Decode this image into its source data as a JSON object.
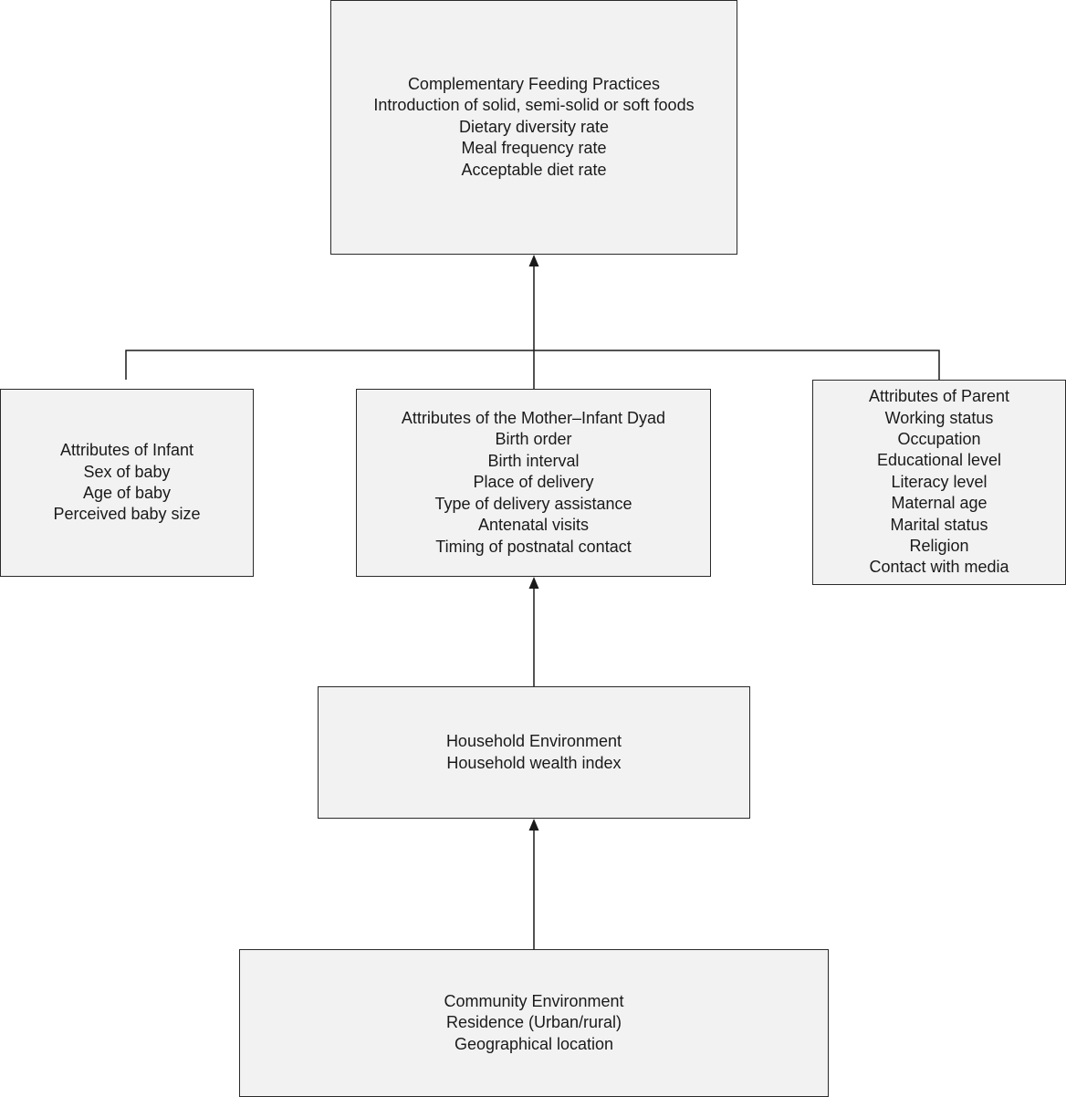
{
  "boxes": {
    "feeding": {
      "title": "Complementary Feeding Practices",
      "items": [
        "Introduction of solid, semi-solid or soft foods",
        "Dietary diversity rate",
        "Meal frequency rate",
        "Acceptable diet rate"
      ]
    },
    "infant": {
      "title": "Attributes of Infant",
      "items": [
        "Sex of baby",
        "Age of baby",
        "Perceived baby size"
      ]
    },
    "dyad": {
      "title": "Attributes of the Mother–Infant Dyad",
      "items": [
        "Birth order",
        "Birth interval",
        "Place of delivery",
        "Type of delivery assistance",
        "Antenatal visits",
        "Timing of postnatal contact"
      ]
    },
    "parent": {
      "title": "Attributes of Parent",
      "items": [
        "Working status",
        "Occupation",
        "Educational level",
        "Literacy level",
        "Maternal age",
        "Marital status",
        "Religion",
        "Contact with media"
      ]
    },
    "household": {
      "title": "Household Environment",
      "items": [
        "Household wealth index"
      ]
    },
    "community": {
      "title": "Community Environment",
      "items": [
        "Residence (Urban/rural)",
        "Geographical location"
      ]
    }
  }
}
